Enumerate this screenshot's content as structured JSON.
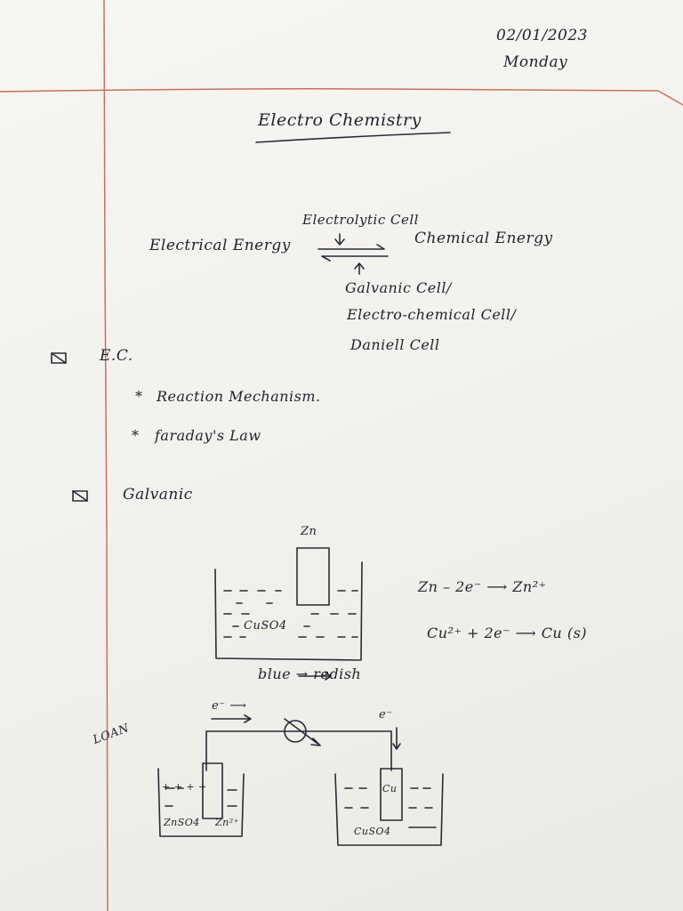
{
  "header": {
    "date": "02/01/2023",
    "day": "Monday"
  },
  "title": "Electro Chemistry",
  "energy_conversion": {
    "left": "Electrical Energy",
    "right": "Chemical Energy",
    "top_label": "Electrolytic Cell",
    "bottom_labels": [
      "Galvanic Cell/",
      "Electro-chemical Cell/",
      "Daniell Cell"
    ]
  },
  "section_ec": {
    "heading": "E.C.",
    "bullets": [
      "Reaction Mechanism.",
      "faraday's Law"
    ]
  },
  "section_galvanic": {
    "heading": "Galvanic",
    "beaker": {
      "electrode": "Zn",
      "solution": "CuSO4",
      "color_change": "blue → redish"
    },
    "reactions": [
      "Zn – 2e⁻ ⟶ Zn²⁺",
      "Cu²⁺ + 2e⁻ ⟶ Cu (s)"
    ]
  },
  "cell_diagram": {
    "side_note": "LOAN",
    "left_label": "e⁻ ⟶",
    "right_label": "e⁻",
    "left_solution": "ZnSO4",
    "left_ion": "Zn²⁺",
    "left_plus": "+ + + +",
    "right_electrode": "Cu",
    "right_solution": "CuSO4"
  }
}
